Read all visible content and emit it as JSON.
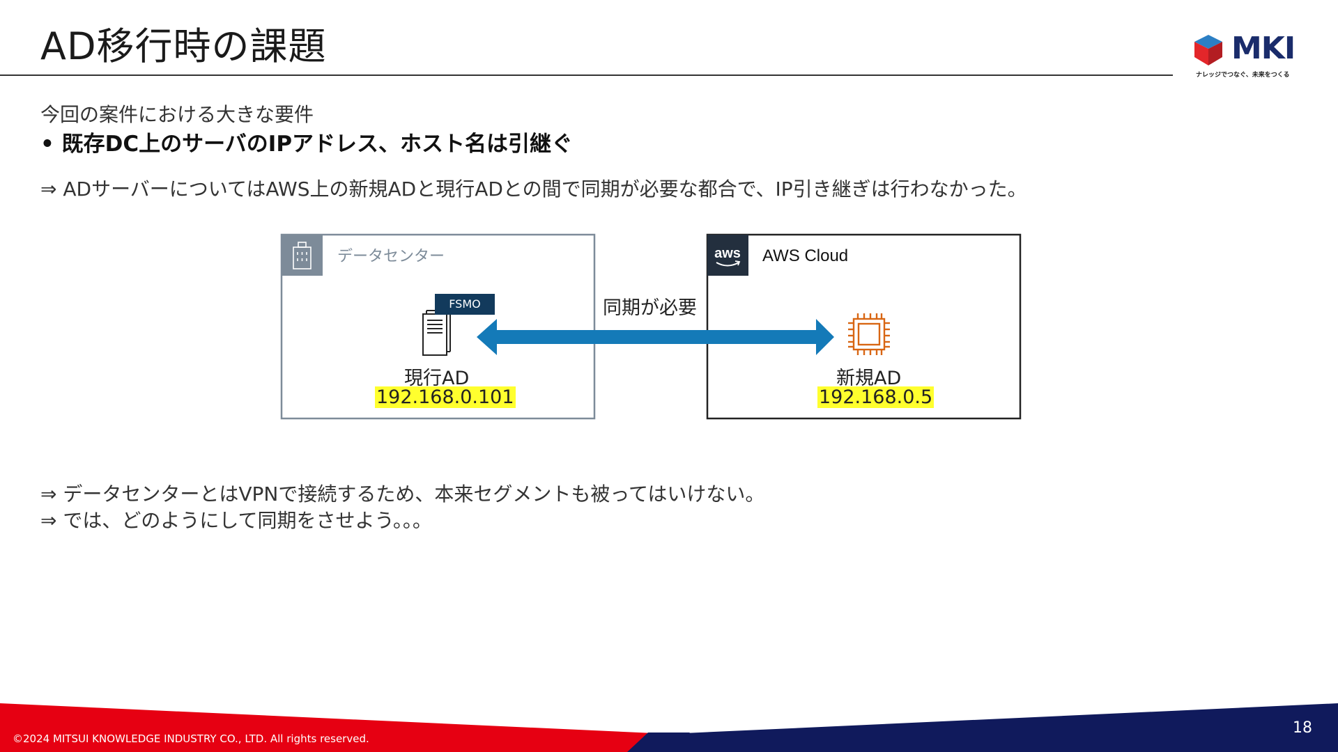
{
  "slide": {
    "title": "AD移行時の課題",
    "page_number": "18",
    "copyright": "©2024 MITSUI KNOWLEDGE INDUSTRY CO., LTD. All rights reserved."
  },
  "logo": {
    "word": "MKI",
    "tagline": "ナレッジでつなぐ、未来をつくる",
    "colors": {
      "red": "#e3262a",
      "blue": "#2c7fc4",
      "navy": "#1a2c6b"
    }
  },
  "content": {
    "lead": "今回の案件における大きな要件",
    "bullet": "• 既存DC上のサーバのIPアドレス、ホスト名は引継ぐ",
    "note1": "⇒ ADサーバーについてはAWS上の新規ADと現行ADとの間で同期が必要な都合で、IP引き継ぎは行わなかった。",
    "note2": "⇒ データセンターとはVPNで接続するため、本来セグメントも被ってはいけない。",
    "note3": "⇒ では、どのようにして同期をさせよう。。。"
  },
  "diagram": {
    "datacenter": {
      "label": "データセンター",
      "icon": "building-icon",
      "ad_name": "現行AD",
      "ip": "192.168.0.101",
      "badge": "FSMO",
      "server_icon": "server-icon"
    },
    "aws": {
      "label": "AWS Cloud",
      "icon": "aws-logo-icon",
      "icon_text": "aws",
      "ad_name": "新規AD",
      "ip": "192.168.0.5",
      "instance_icon": "ec2-instance-icon"
    },
    "arrow_label": "同期が必要",
    "colors": {
      "arrow": "#147ab8",
      "datacenter_border": "#7d8b99",
      "ec2": "#d86613",
      "highlight": "#ffff2e"
    }
  },
  "footer": {
    "colors": {
      "red": "#e60012",
      "navy": "#101a5c"
    }
  }
}
